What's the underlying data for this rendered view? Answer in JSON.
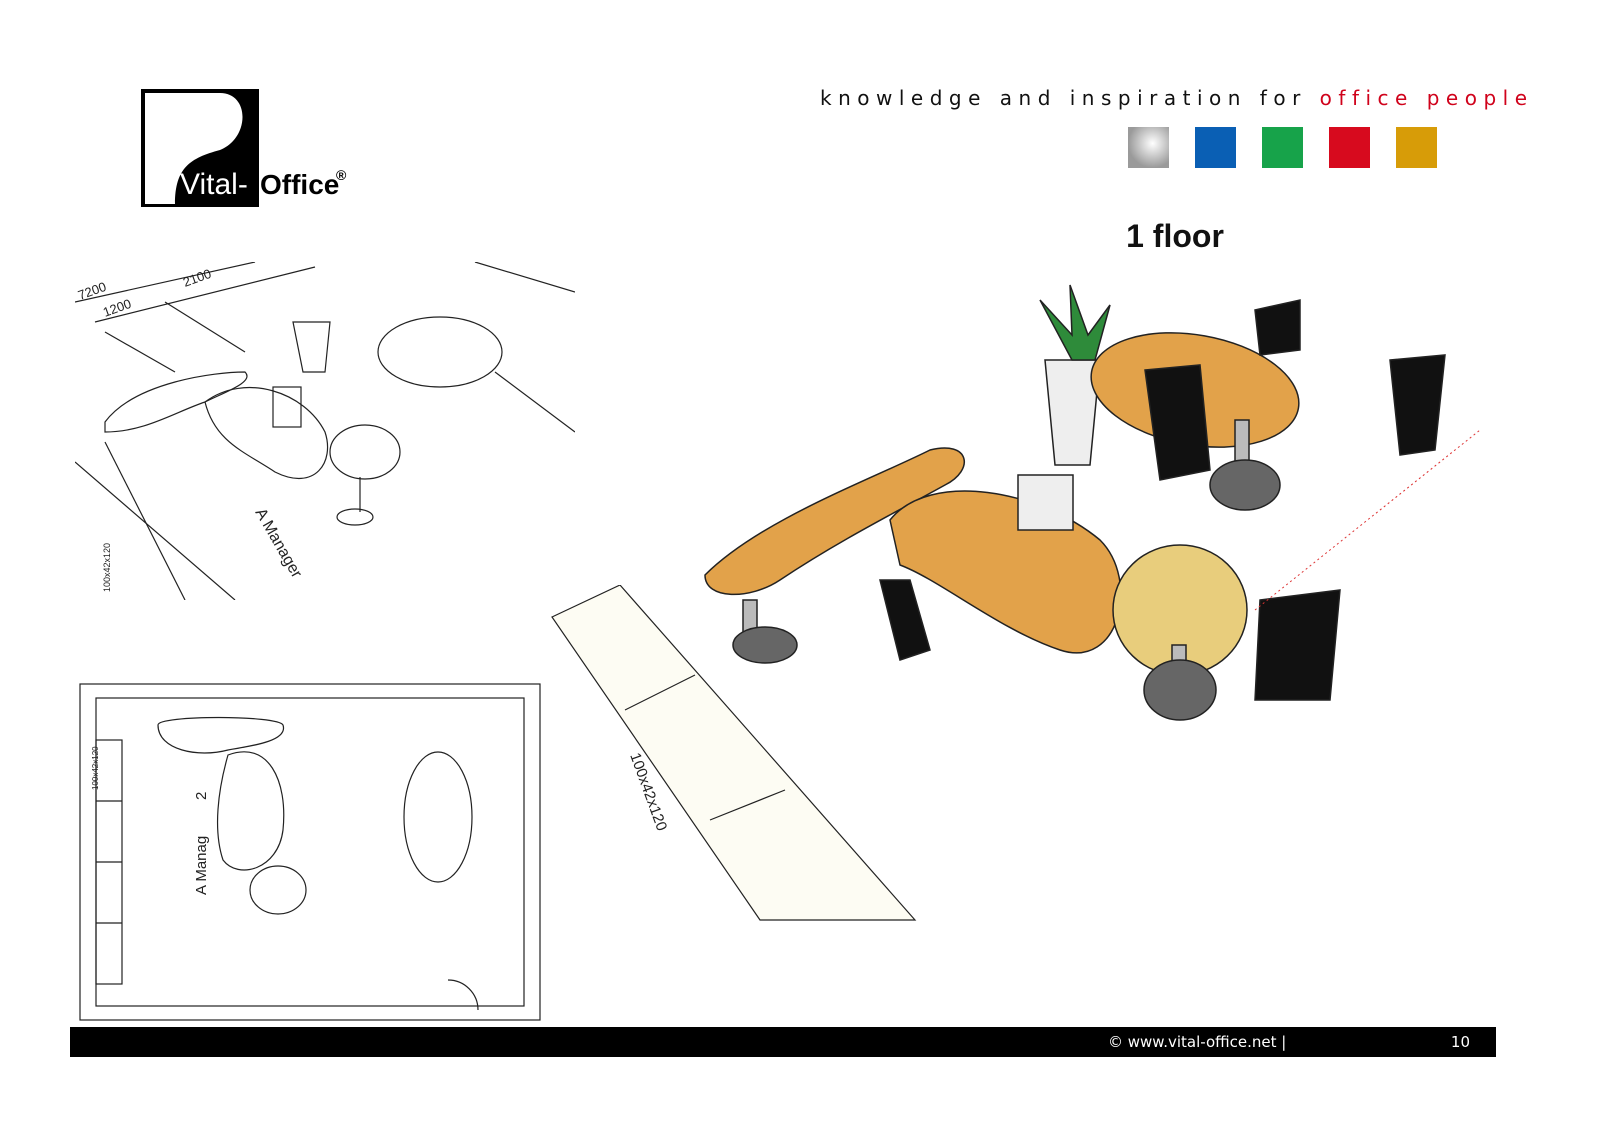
{
  "brand": {
    "logo_text_light": "Vital-",
    "logo_text_bold": "Office",
    "logo_mark": "®"
  },
  "header": {
    "tagline_main": "knowledge and inspiration for ",
    "tagline_accent": "office people"
  },
  "swatches": [
    {
      "color": "#b8b8b8",
      "name": "silver"
    },
    {
      "color": "#0a5fb4",
      "name": "blue"
    },
    {
      "color": "#17a34a",
      "name": "green"
    },
    {
      "color": "#d70a1e",
      "name": "red"
    },
    {
      "color": "#d79c08",
      "name": "gold"
    }
  ],
  "page": {
    "title": "1 floor"
  },
  "plan_labels": {
    "dim1": "7200",
    "dim2": "1200",
    "dim3": "2100",
    "room": "A Manager",
    "cabinet": "100x42x120",
    "room_short": "A Manag",
    "room_num": "2"
  },
  "footer": {
    "copyright": "©  www.vital-office.net   |",
    "page_number": "10"
  }
}
